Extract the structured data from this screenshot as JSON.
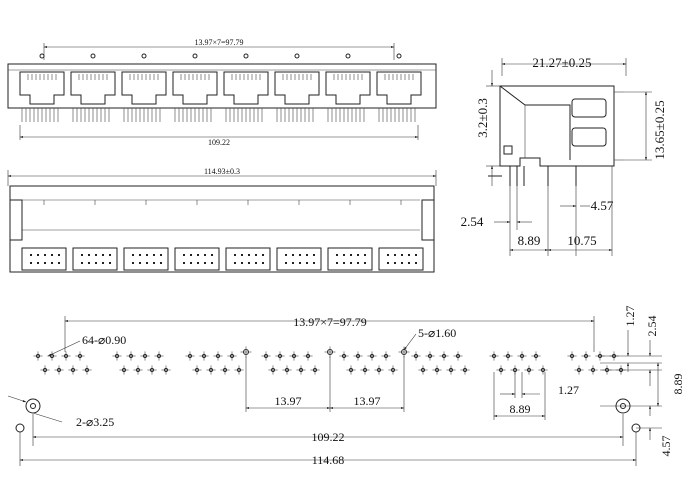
{
  "front_view": {
    "pitch_label": "13.97×7=97.79",
    "width_label": "109.22"
  },
  "top_view": {
    "length_label": "114.93±0.3"
  },
  "side_view": {
    "width_label": "21.27±0.25",
    "height_top_label": "3.2±0.3",
    "height_label": "13.65±0.25",
    "pitch_label": "2.54",
    "span_a_label": "8.89",
    "span_b_label": "10.75",
    "offset_label": "4.57"
  },
  "footprint": {
    "pitch_label": "13.97×7=97.79",
    "signal_holes_label": "64-⌀0.90",
    "mount_holes_label": "5-⌀1.60",
    "boss_holes_label": "2-⌀3.25",
    "port_pitch_a": "13.97",
    "port_pitch_b": "13.97",
    "row_span_label": "8.89",
    "pin_pitch_label": "1.27",
    "v_pitch_a": "1.27",
    "v_pitch_b": "2.54",
    "v_span_label": "8.89",
    "v_offset_label": "4.57",
    "boss_span_label": "109.22",
    "overall_label": "114.68"
  },
  "colors": {
    "line": "#222222",
    "background": "#ffffff"
  }
}
